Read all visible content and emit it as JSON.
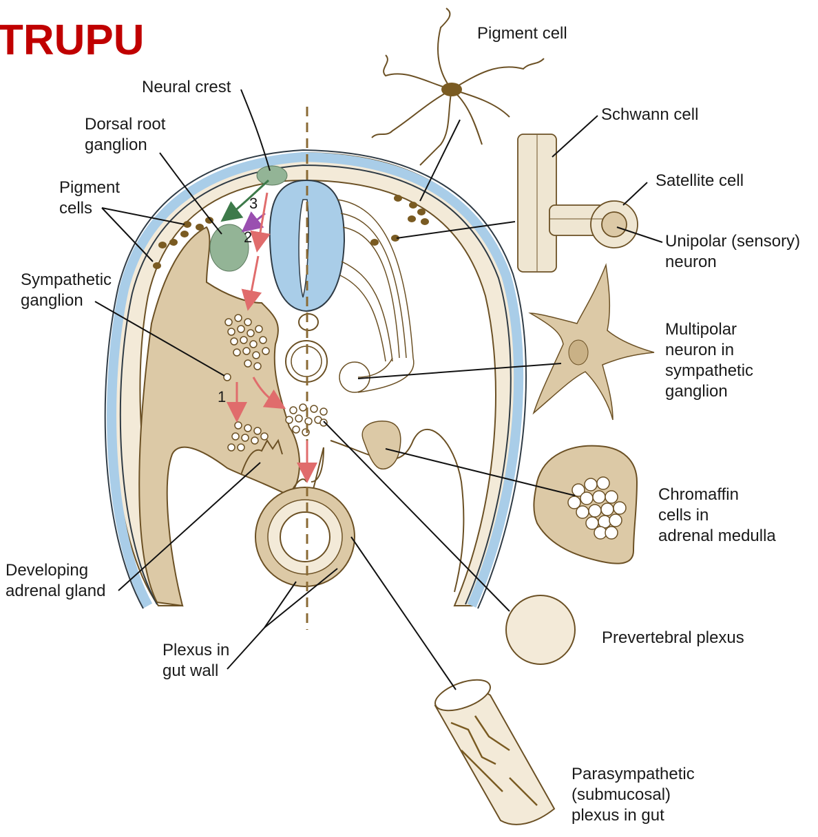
{
  "title": "TRUPU",
  "labels": {
    "neural_crest": "Neural crest",
    "dorsal_root_ganglion": "Dorsal root\nganglion",
    "pigment_cells": "Pigment\ncells",
    "sympathetic_ganglion": "Sympathetic\nganglion",
    "developing_adrenal_gland": "Developing\nadrenal gland",
    "plexus_in_gut_wall": "Plexus in\ngut wall",
    "pigment_cell": "Pigment cell",
    "schwann_cell": "Schwann cell",
    "satellite_cell": "Satellite cell",
    "unipolar_neuron": "Unipolar (sensory)\nneuron",
    "multipolar_neuron": "Multipolar\nneuron in\nsympathetic\nganglion",
    "chromaffin_cells": "Chromaffin\ncells in\nadrenal medulla",
    "prevertebral_plexus": "Prevertebral plexus",
    "parasympathetic_plexus": "Parasympathetic\n(submucosal)\nplexus in gut"
  },
  "pathway_numbers": {
    "n1": "1",
    "n2": "2",
    "n3": "3"
  },
  "colors": {
    "tissue": "#dcc9a6",
    "tissue_dark": "#8a6a34",
    "outline": "#6b5024",
    "ectoderm": "#a9cde8",
    "ganglion_green": "#93b496",
    "arrow_red": "#e06c6c",
    "arrow_green": "#3d7a4a",
    "arrow_purple": "#9a4fb0",
    "title_red": "#c00000"
  }
}
